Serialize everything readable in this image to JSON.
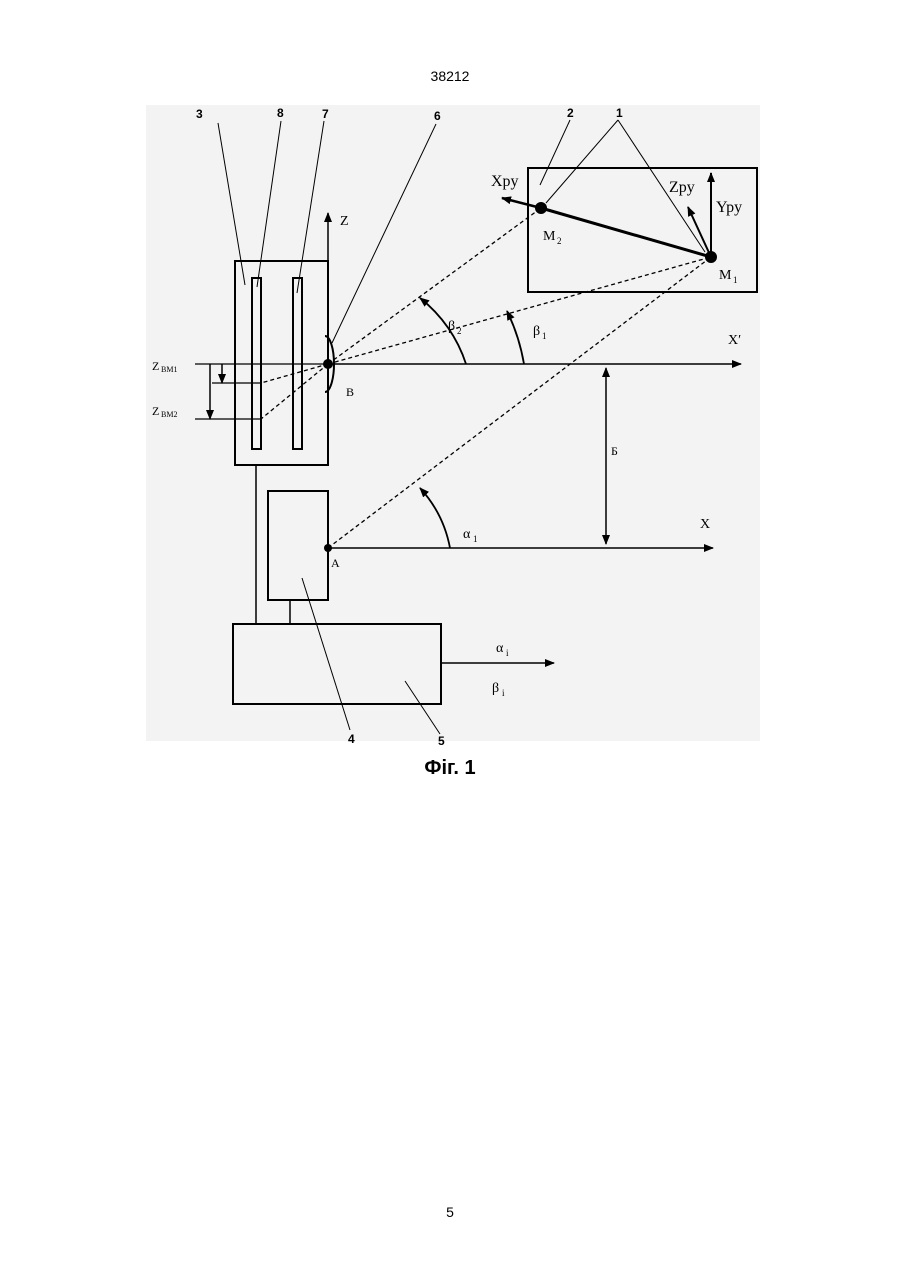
{
  "header": {
    "doc_number": "38212"
  },
  "footer": {
    "page_number": "5"
  },
  "figure": {
    "caption": "Фіг. 1",
    "callouts": [
      "3",
      "8",
      "7",
      "6",
      "2",
      "1",
      "4",
      "5"
    ],
    "axes": {
      "z": "Z",
      "x_prime": "X′",
      "x": "X",
      "xpy": "Xpy",
      "ypy": "Ypy",
      "zpy": "Zpy"
    },
    "points": {
      "m1": "M",
      "m1_sub": "1",
      "m2": "M",
      "m2_sub": "2",
      "a": "A",
      "b": "B"
    },
    "angles": {
      "beta2": "β",
      "beta2_sub": "2",
      "beta1": "β",
      "beta1_sub": "1",
      "alpha1": "α",
      "alpha1_sub": "1"
    },
    "dims": {
      "zbm1": "Z",
      "zbm1_sub": "BM1",
      "zbm2": "Z",
      "zbm2_sub": "BM2",
      "base": "Б"
    },
    "outputs": {
      "alpha": "α",
      "alpha_sub": "i",
      "beta": "β",
      "beta_sub": "i"
    }
  }
}
